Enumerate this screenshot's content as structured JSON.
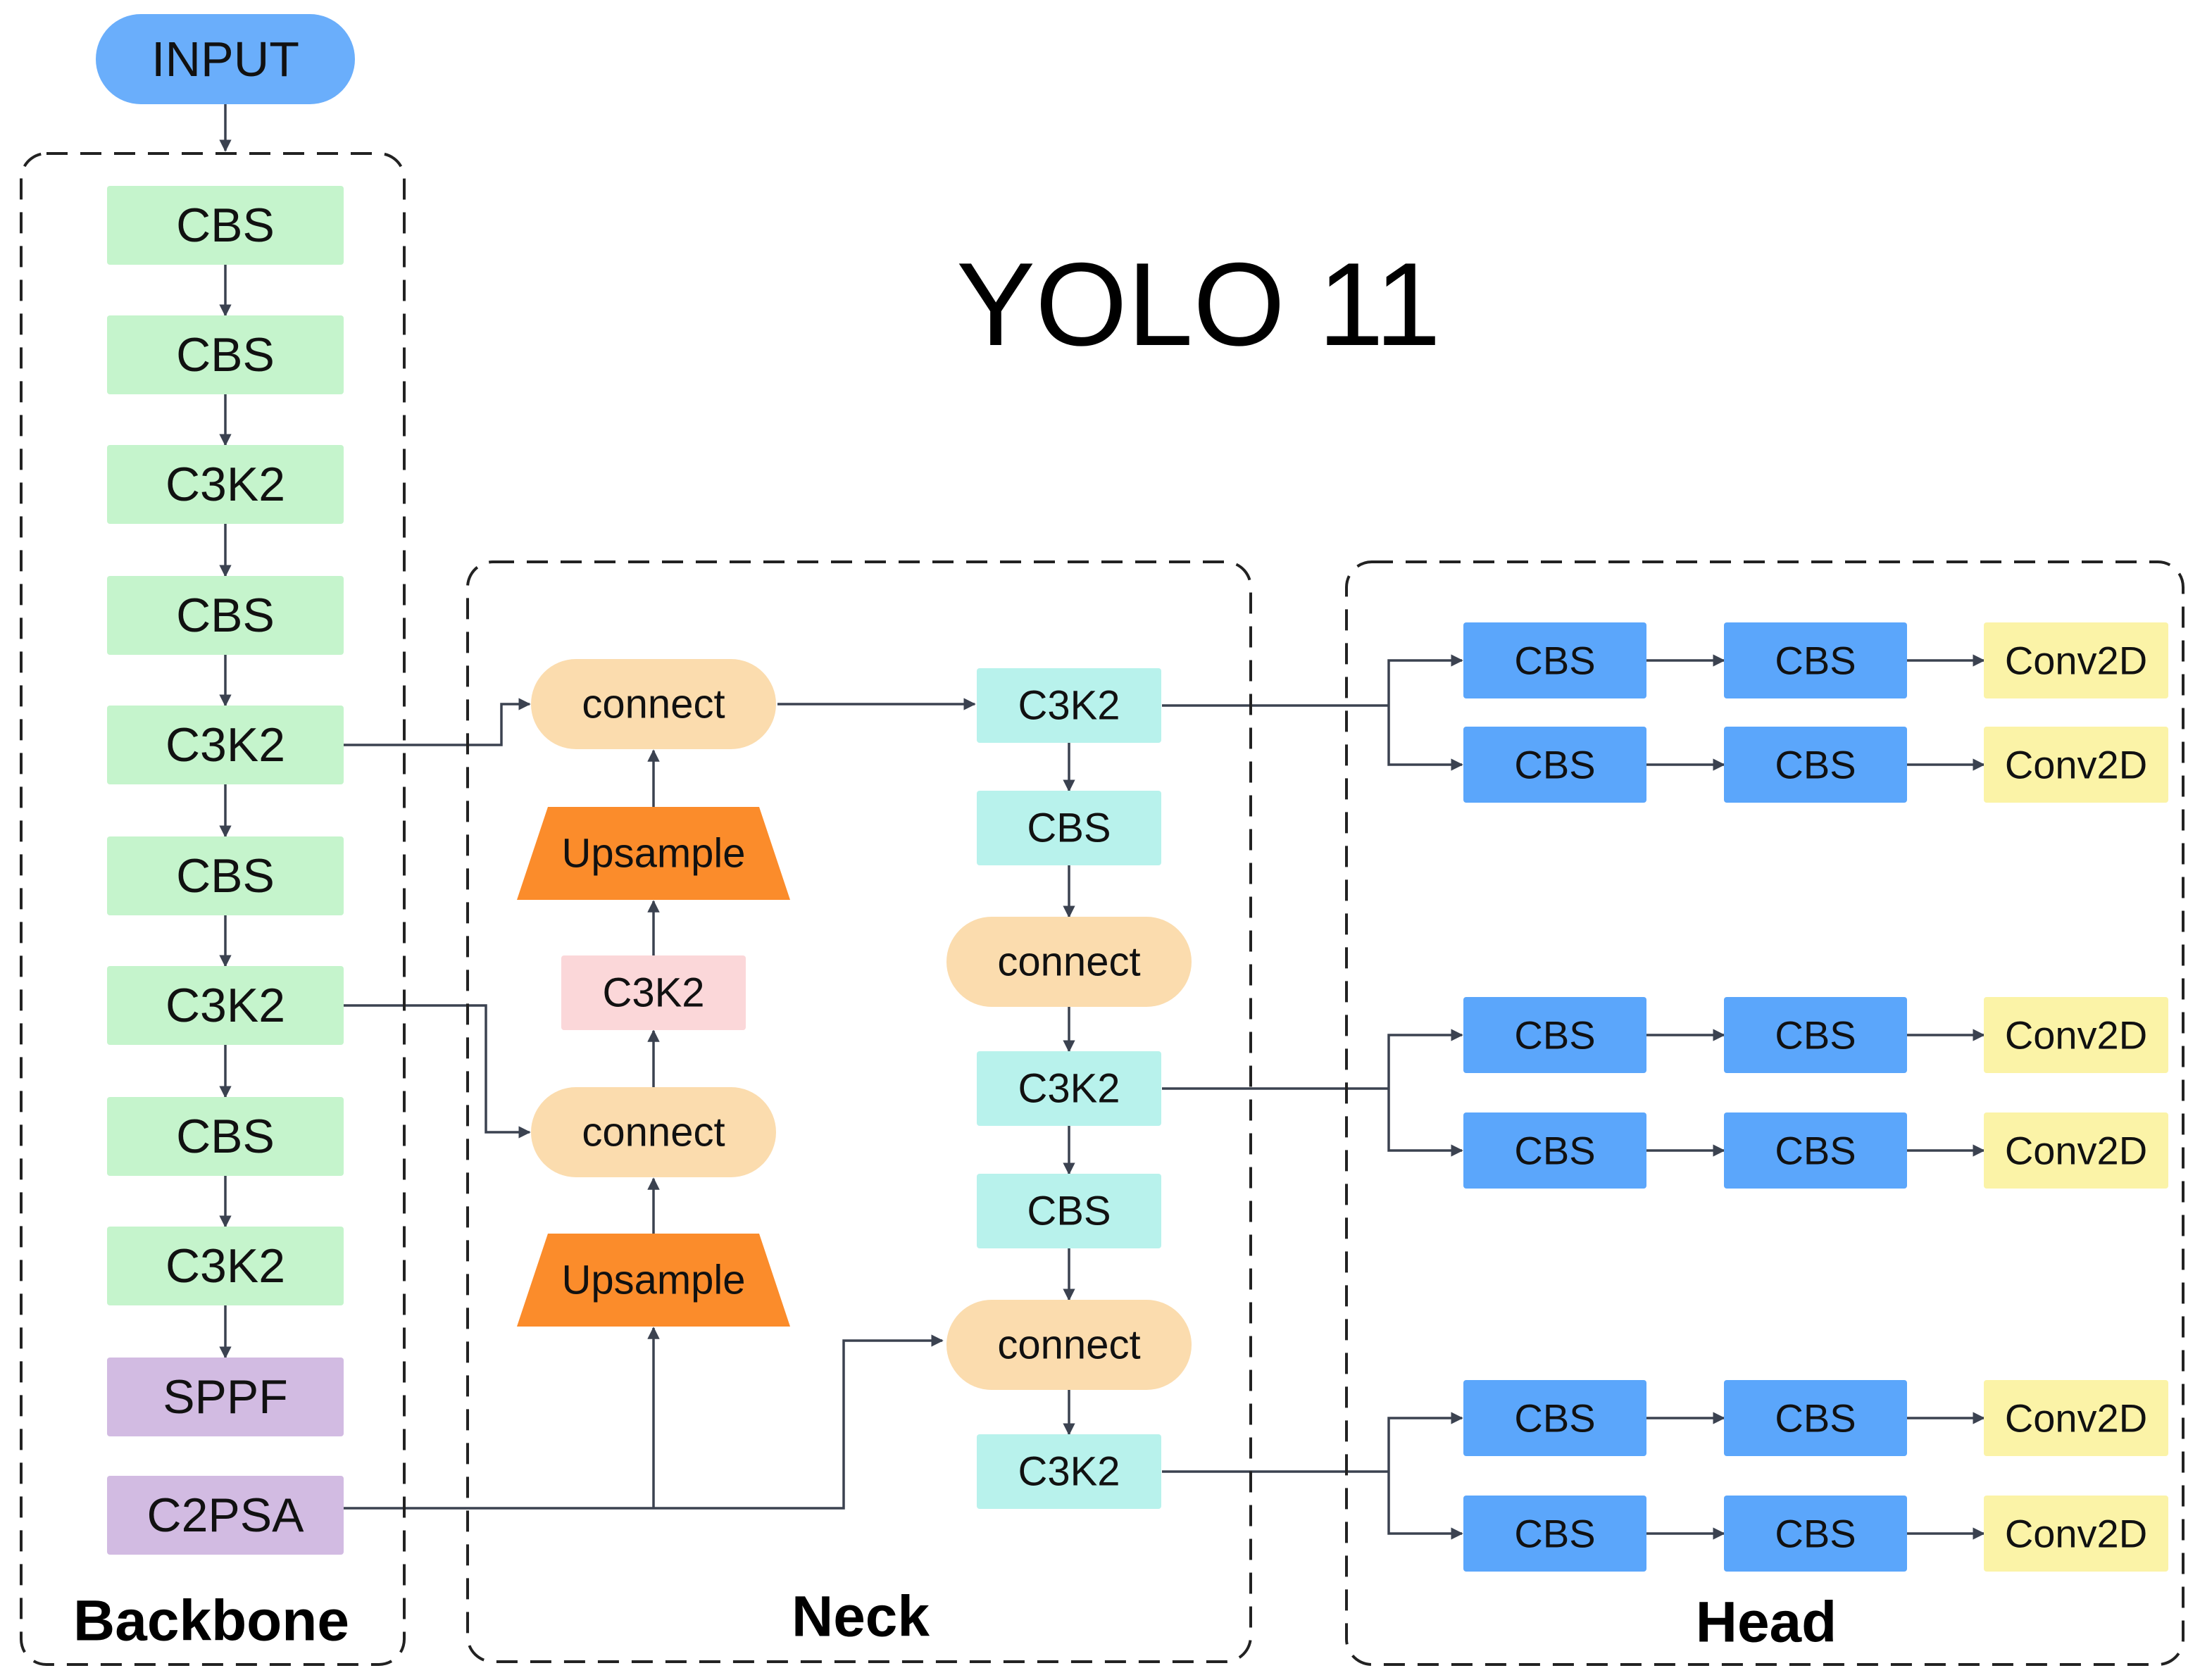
{
  "title": "YOLO 11",
  "groups": {
    "backbone": "Backbone",
    "neck": "Neck",
    "head": "Head"
  },
  "input": "INPUT",
  "backbone": [
    "CBS",
    "CBS",
    "C3K2",
    "CBS",
    "C3K2",
    "CBS",
    "C3K2",
    "CBS",
    "C3K2",
    "SPPF",
    "C2PSA"
  ],
  "neck": {
    "connect_top": "connect",
    "upsample_top": "Upsample",
    "c3k2_mid": "C3K2",
    "connect_mid": "connect",
    "upsample_bottom": "Upsample",
    "right_column": [
      "C3K2",
      "CBS",
      "connect",
      "C3K2",
      "CBS",
      "connect",
      "C3K2"
    ]
  },
  "head": {
    "rows": [
      [
        "CBS",
        "CBS",
        "Conv2D"
      ],
      [
        "CBS",
        "CBS",
        "Conv2D"
      ],
      [
        "CBS",
        "CBS",
        "Conv2D"
      ],
      [
        "CBS",
        "CBS",
        "Conv2D"
      ],
      [
        "CBS",
        "CBS",
        "Conv2D"
      ],
      [
        "CBS",
        "CBS",
        "Conv2D"
      ]
    ]
  },
  "colors": {
    "input": "#6aaefb",
    "backbone_block": "#c5f4cc",
    "backbone_special": "#d2bbe2",
    "connect": "#fbdcae",
    "upsample": "#fb8c2b",
    "c3k2_pink": "#fbd7d9",
    "neck_block": "#b8f2ec",
    "head_cbs": "#5ba6fb",
    "conv2d": "#fbf3a7"
  }
}
